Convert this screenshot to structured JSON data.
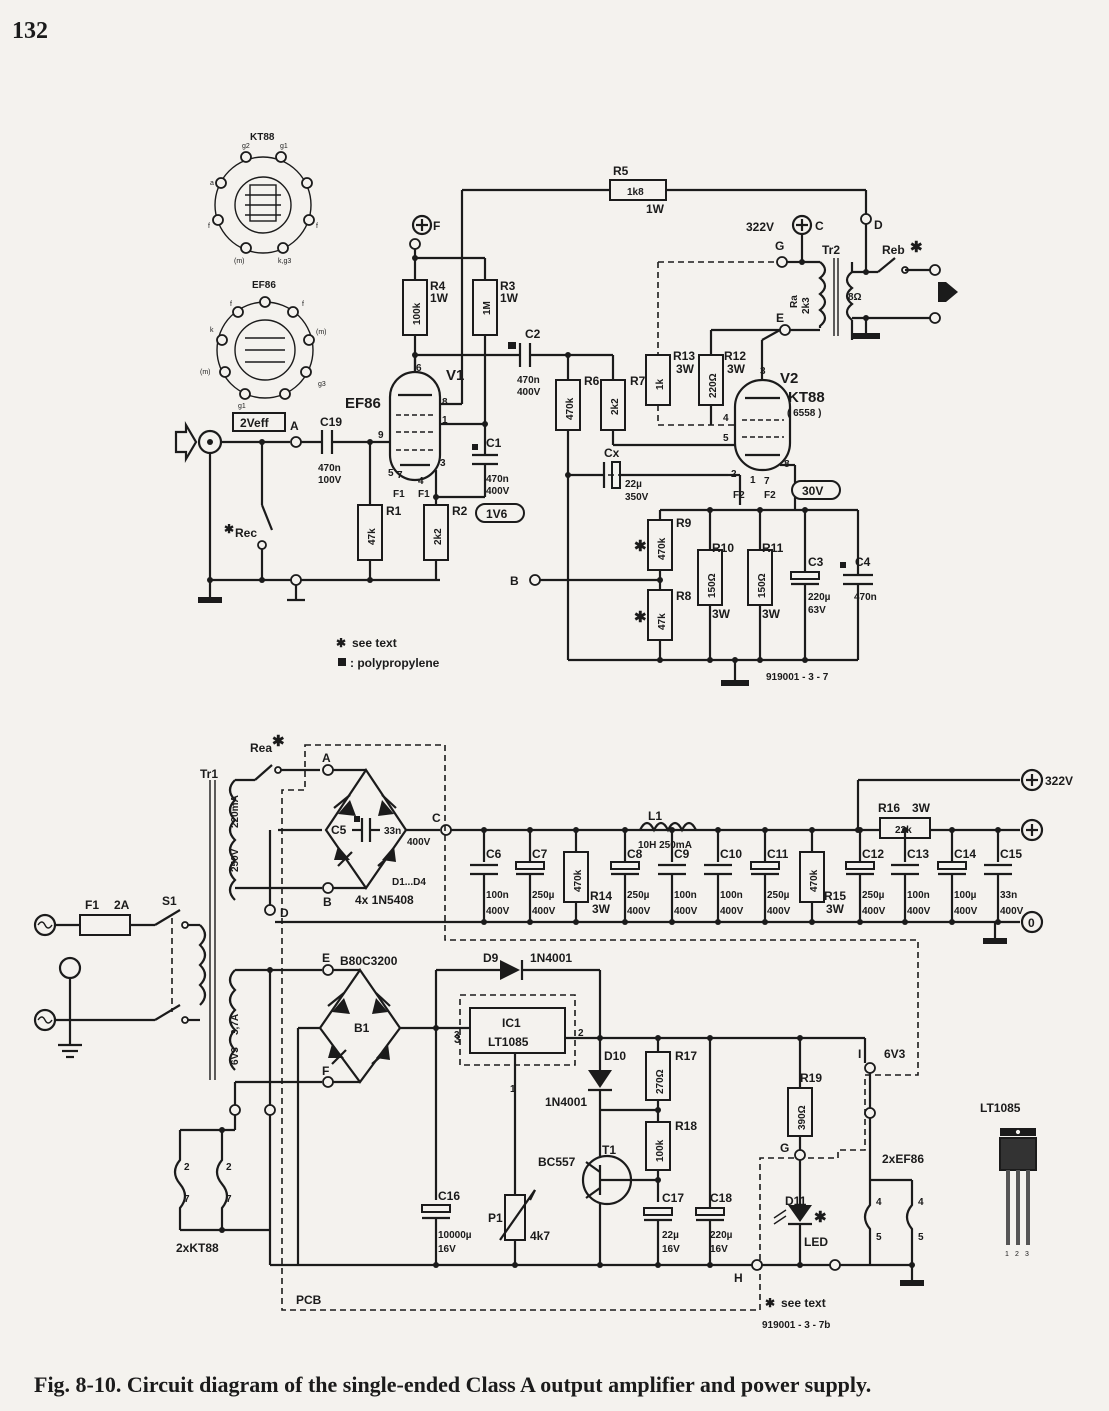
{
  "page_number": "132",
  "caption": "Fig. 8-10. Circuit diagram of the single-ended Class A output amplifier and power supply.",
  "tube_symbols": {
    "kt88": {
      "name": "KT88",
      "pins": [
        "g2",
        "g1",
        "a",
        "f",
        "f",
        "(m)",
        "k,g3"
      ]
    },
    "ef86": {
      "name": "EF86",
      "pins": [
        "f",
        "k",
        "(m)",
        "(m)",
        "f",
        "g1",
        "g3"
      ]
    }
  },
  "amp": {
    "input_label": "2Veff",
    "points": {
      "A": "A",
      "B": "B",
      "C": "C",
      "D": "D",
      "E": "E",
      "F": "F",
      "G": "G"
    },
    "c19": {
      "name": "C19",
      "v1": "470n",
      "v2": "100V"
    },
    "r1": {
      "name": "R1",
      "value": "47k"
    },
    "r2": {
      "name": "R2",
      "value": "2k2"
    },
    "r3": {
      "name": "R3",
      "v1": "1M",
      "v2": "1W"
    },
    "r4": {
      "name": "R4",
      "v1": "100k",
      "v2": "1W"
    },
    "c1": {
      "name": "C1",
      "v1": "470n",
      "v2": "400V"
    },
    "c2": {
      "name": "C2",
      "v1": "470n",
      "v2": "400V"
    },
    "r5": {
      "name": "R5",
      "v1": "1k8",
      "v2": "1W"
    },
    "r6": {
      "name": "R6",
      "value": "470k"
    },
    "r7": {
      "name": "R7",
      "value": "2k2"
    },
    "r12": {
      "name": "R12",
      "v1": "220Ω",
      "v2": "3W"
    },
    "r13": {
      "name": "R13",
      "v1": "1k",
      "v2": "3W"
    },
    "cx": {
      "name": "Cx",
      "v1": "22µ",
      "v2": "350V"
    },
    "r8": {
      "name": "R8",
      "value": "47k"
    },
    "r9": {
      "name": "R9",
      "value": "470k"
    },
    "r10": {
      "name": "R10",
      "v1": "150Ω",
      "v2": "3W"
    },
    "r11": {
      "name": "R11",
      "v1": "150Ω",
      "v2": "3W"
    },
    "c3": {
      "name": "C3",
      "v1": "220µ",
      "v2": "63V"
    },
    "c4": {
      "name": "C4",
      "v1": "470n"
    },
    "v1": {
      "name": "V1",
      "type": "EF86"
    },
    "v2": {
      "name": "V2",
      "type": "KT88",
      "alt": "( 6558 )"
    },
    "tr2": {
      "name": "Tr2",
      "ra": "Ra",
      "ra_value": "2k3",
      "out": "8Ω"
    },
    "reb": "Reb",
    "rec": "Rec",
    "supply_322": "322V",
    "bias_1v6": "1V6",
    "bias_30v": "30V",
    "filament": {
      "f1": "F1",
      "f2": "F2"
    },
    "pins": {
      "v1": [
        "6",
        "8",
        "1",
        "9",
        "5",
        "7",
        "4",
        "3"
      ],
      "v2": [
        "3",
        "4",
        "5",
        "2",
        "8",
        "7",
        "1"
      ]
    },
    "notes": [
      "see text",
      ": polypropylene"
    ],
    "code": "919001 - 3 - 7"
  },
  "psu": {
    "tr1": {
      "name": "Tr1",
      "hv": "220mA",
      "hv2": "250V",
      "lv1": "6V3",
      "lv2": "3,7A"
    },
    "rea": "Rea",
    "f1": {
      "name": "F1",
      "value": "2A"
    },
    "s1": "S1",
    "c5": {
      "name": "C5",
      "v1": "33n",
      "v2": "400V"
    },
    "diodes": {
      "name": "D1...D4",
      "type": "4x 1N5408"
    },
    "l1": {
      "name": "L1",
      "value": "10H 250mA"
    },
    "caps": [
      {
        "name": "C6",
        "v1": "100n",
        "v2": "400V"
      },
      {
        "name": "C7",
        "v1": "250µ",
        "v2": "400V"
      },
      {
        "name": "C8",
        "v1": "250µ",
        "v2": "400V"
      },
      {
        "name": "C9",
        "v1": "100n",
        "v2": "400V"
      },
      {
        "name": "C10",
        "v1": "100n",
        "v2": "400V"
      },
      {
        "name": "C11",
        "v1": "250µ",
        "v2": "400V"
      },
      {
        "name": "C12",
        "v1": "250µ",
        "v2": "400V"
      },
      {
        "name": "C13",
        "v1": "100n",
        "v2": "400V"
      },
      {
        "name": "C14",
        "v1": "100µ",
        "v2": "400V"
      },
      {
        "name": "C15",
        "v1": "33n",
        "v2": "400V"
      }
    ],
    "r14": {
      "name": "R14",
      "v1": "470k",
      "v2": "3W"
    },
    "r15": {
      "name": "R15",
      "v1": "470k",
      "v2": "3W"
    },
    "r16": {
      "name": "R16",
      "v1": "3W",
      "v2": "22k"
    },
    "out_322": "322V",
    "out_0": "0",
    "b1": {
      "name": "B1",
      "type": "B80C3200"
    },
    "d9": {
      "name": "D9",
      "type": "1N4001"
    },
    "d10": {
      "name": "D10",
      "type": "1N4001"
    },
    "ic1": {
      "name": "IC1",
      "type": "LT1085",
      "pins": [
        "3",
        "2",
        "1"
      ]
    },
    "r17": {
      "name": "R17",
      "value": "270Ω"
    },
    "r18": {
      "name": "R18",
      "value": "100k"
    },
    "r19": {
      "name": "R19",
      "value": "390Ω"
    },
    "t1": {
      "name": "T1",
      "type": "BC557"
    },
    "p1": {
      "name": "P1",
      "value": "4k7"
    },
    "c16": {
      "name": "C16",
      "v1": "10000µ",
      "v2": "16V"
    },
    "c17": {
      "name": "C17",
      "v1": "22µ",
      "v2": "16V"
    },
    "c18": {
      "name": "C18",
      "v1": "220µ",
      "v2": "16V"
    },
    "d11": {
      "name": "D11",
      "type": "LED"
    },
    "heater_kt88": "2xKT88",
    "heater_ef86": "2xEF86",
    "out_6v3": "6V3",
    "points": {
      "A": "A",
      "B": "B",
      "C": "C",
      "D": "D",
      "E": "E",
      "F": "F",
      "G": "G",
      "H": "H",
      "I": "I"
    },
    "pcb": "PCB",
    "heater_pins": {
      "kt88": [
        "2",
        "7",
        "2",
        "7"
      ],
      "ef86": [
        "4",
        "5",
        "4",
        "5"
      ]
    },
    "lt1085_pins": [
      "1",
      "2",
      "3"
    ],
    "lt1085_label": "LT1085",
    "note": "see text",
    "code": "919001 - 3 - 7b"
  }
}
